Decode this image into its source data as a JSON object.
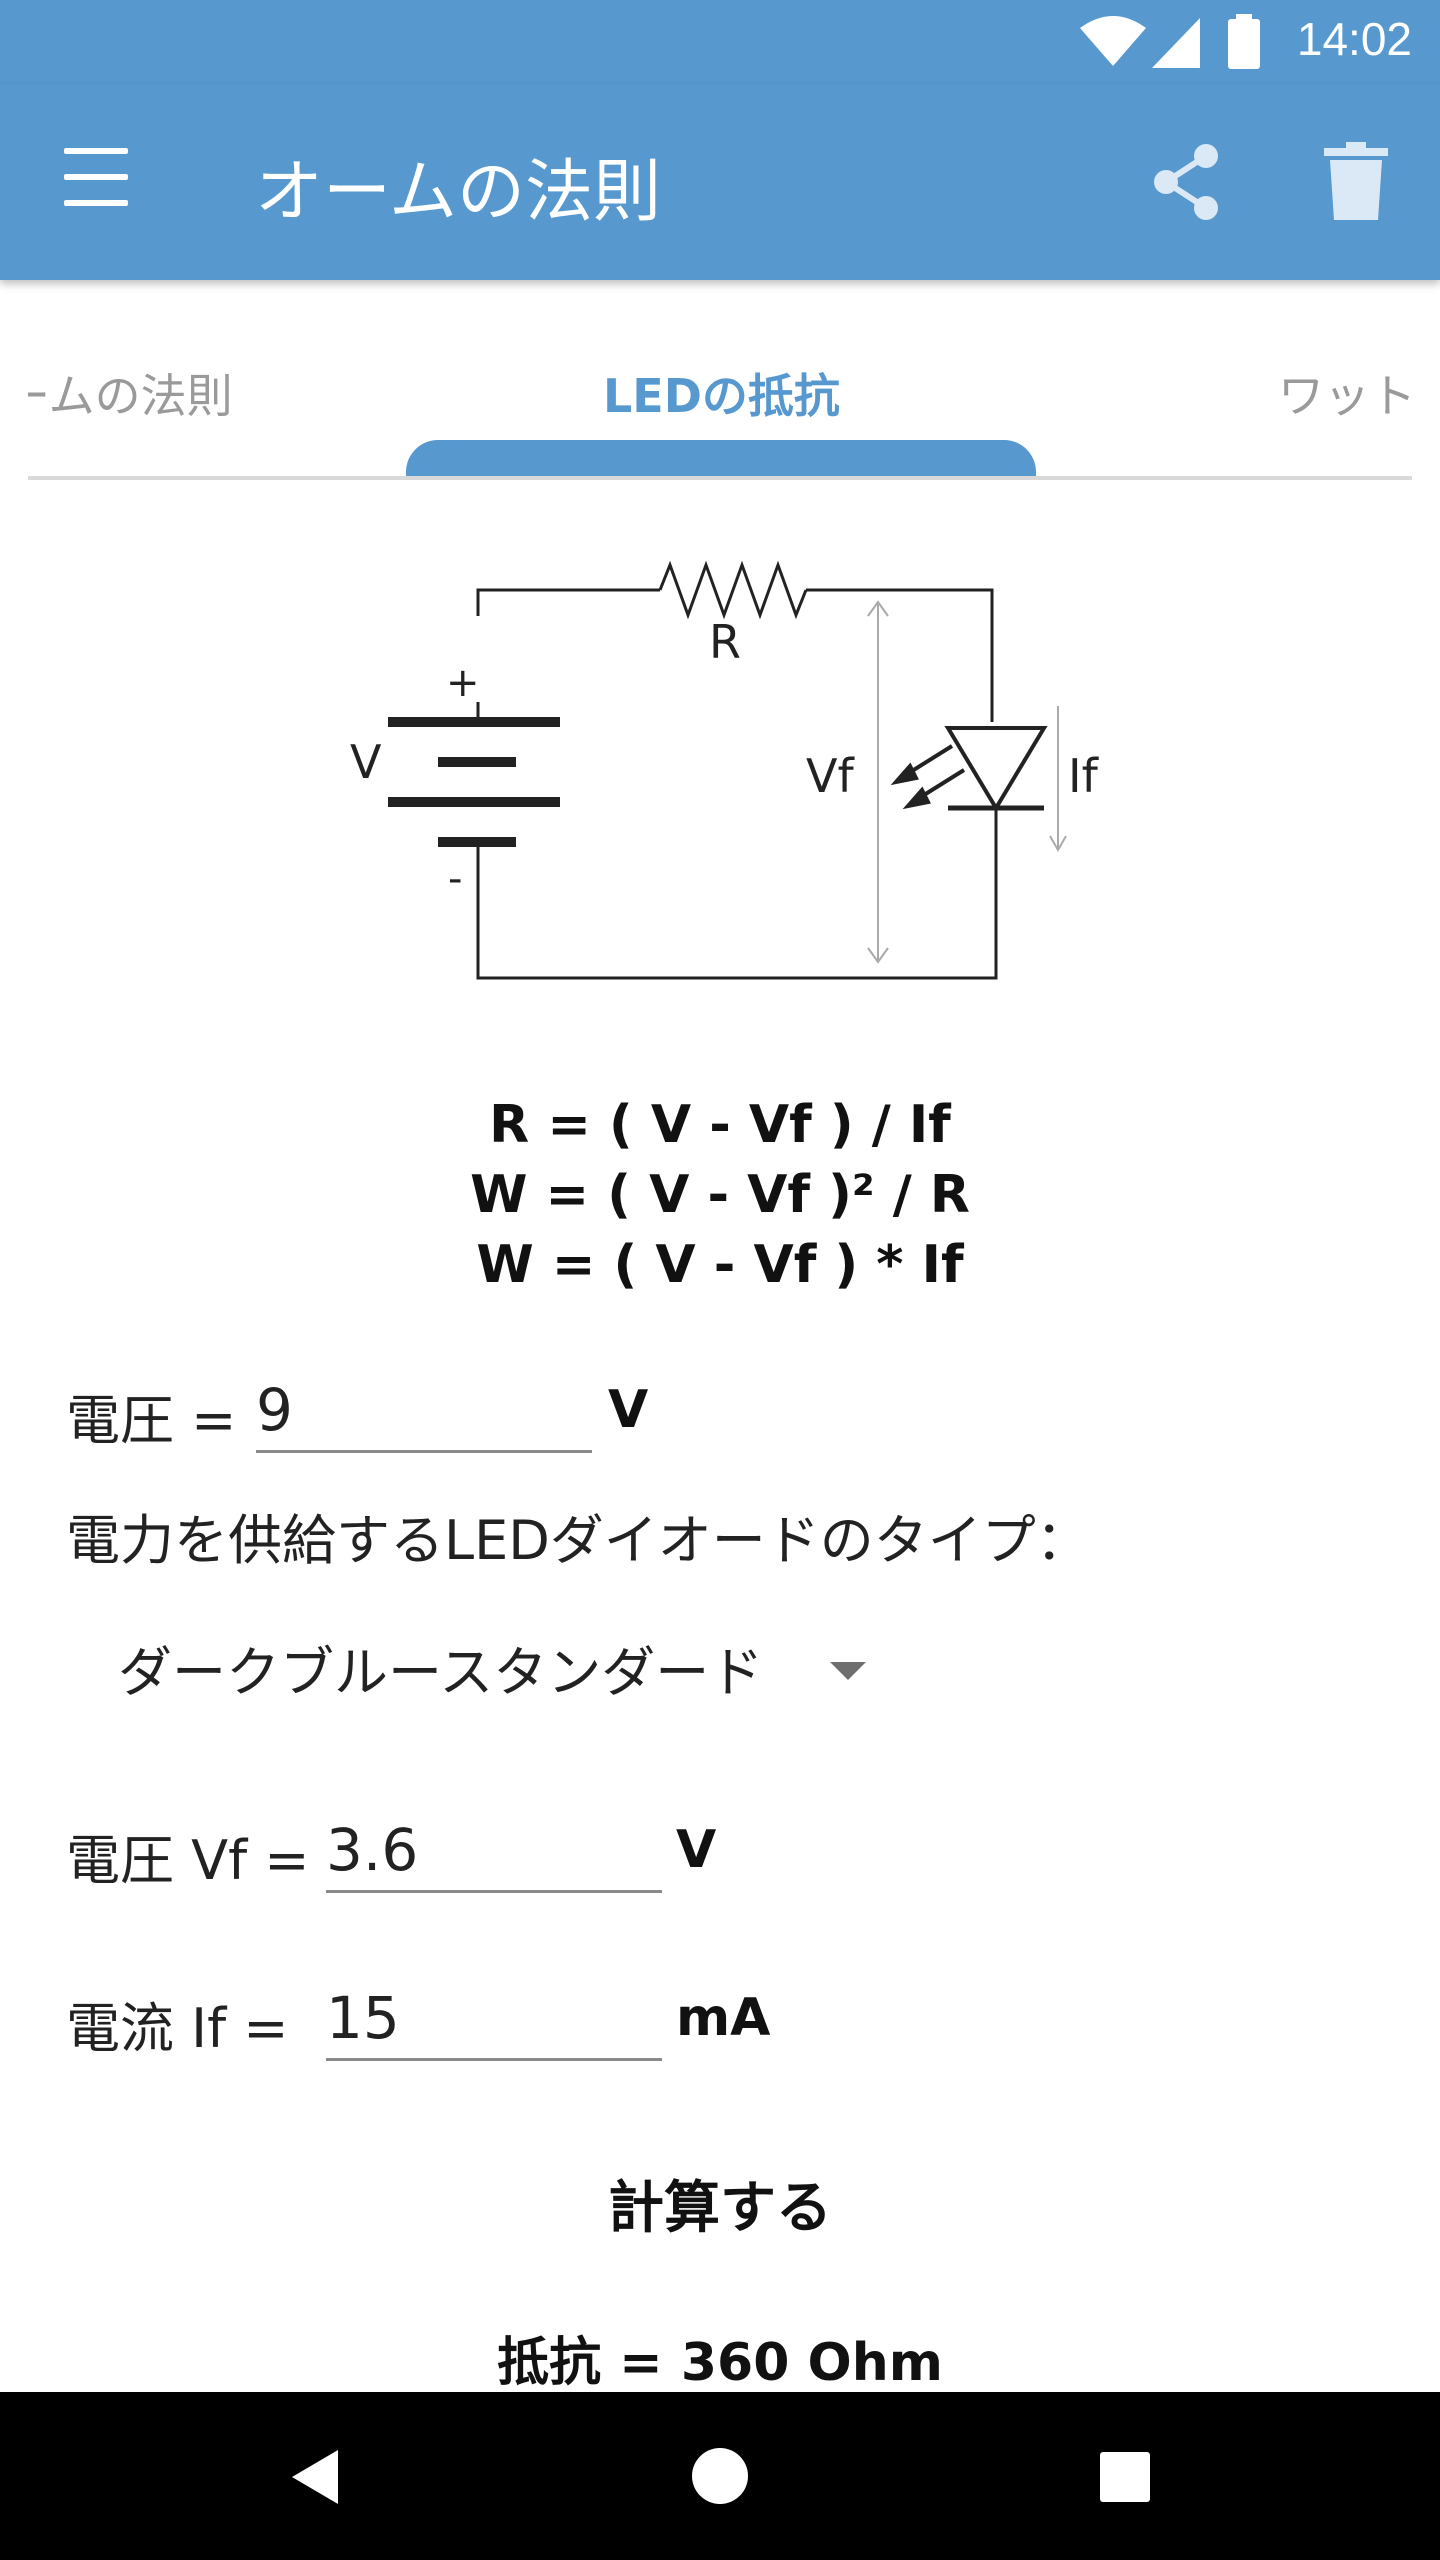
{
  "status_bar": {
    "time": "14:02",
    "icons": [
      "wifi-icon",
      "signal-icon",
      "battery-icon"
    ]
  },
  "app_bar": {
    "title": "オームの法則",
    "menu_icon": "hamburger-menu-icon",
    "share_icon": "share-icon",
    "delete_icon": "trash-icon"
  },
  "tabs": {
    "items": [
      {
        "label": "オームの法則"
      },
      {
        "label": "LEDの抵抗"
      },
      {
        "label": "ワット"
      }
    ],
    "active_index": 1
  },
  "diagram": {
    "label_R": "R",
    "label_V": "V",
    "label_plus": "+",
    "label_minus": "-",
    "label_Vf": "Vf",
    "label_If": "If"
  },
  "formulas": {
    "f1": "R = ( V - Vf ) / If",
    "f2": "W = ( V - Vf )² / R",
    "f3": "W = ( V - Vf ) * If"
  },
  "voltage": {
    "label": "電圧  =",
    "value": "9",
    "unit": "V"
  },
  "led_type": {
    "label": "電力を供給するLEDダイオードのタイプ：",
    "selected": "ダークブルースタンダード"
  },
  "vf": {
    "label": "電圧 Vf  =",
    "value": "3.6",
    "unit": "V"
  },
  "if_current": {
    "label": "電流 If   =",
    "value": "15",
    "unit": "mA"
  },
  "calculate_label": "計算する",
  "result": "抵抗 = 360 Ohm",
  "colors": {
    "primary": "#5799cf",
    "nav_bar": "#000000"
  },
  "nav_bar": {
    "icons": [
      "back-icon",
      "home-icon",
      "recents-icon"
    ]
  }
}
